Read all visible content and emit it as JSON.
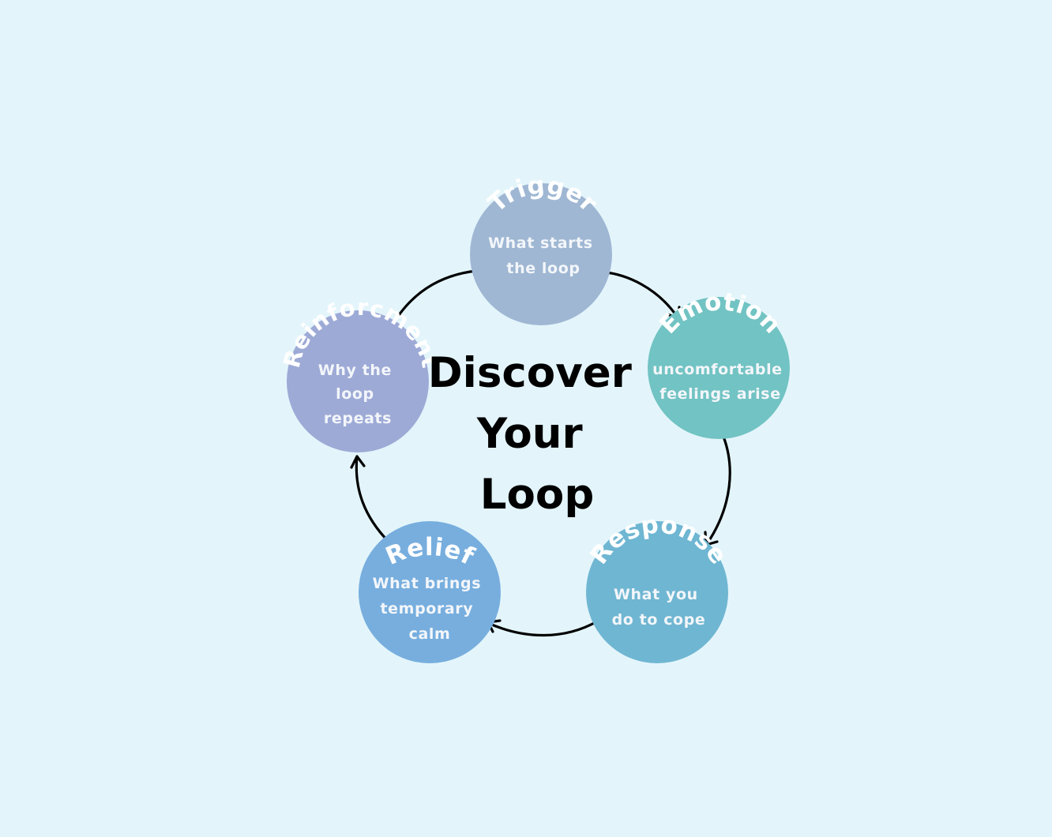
{
  "background_color": "#E3F5FB",
  "center_title": {
    "lines": [
      "Discover",
      "Your",
      "Loop"
    ]
  },
  "stages": [
    {
      "id": "trigger",
      "title": "Trigger",
      "description_lines": [
        "What starts",
        "the loop"
      ],
      "color": "#9FB7D3"
    },
    {
      "id": "emotion",
      "title": "Emotion",
      "description_lines": [
        "uncomfortable",
        "feelings arise"
      ],
      "color": "#72C3C3"
    },
    {
      "id": "response",
      "title": "Response",
      "description_lines": [
        "What you",
        "do to cope"
      ],
      "color": "#6FB6D2"
    },
    {
      "id": "relief",
      "title": "Relief",
      "description_lines": [
        "What brings",
        "temporary",
        "calm"
      ],
      "color": "#77AEDE"
    },
    {
      "id": "reinforcement",
      "title": "Reinforcment",
      "description_lines": [
        "Why the",
        "loop",
        "repeats"
      ],
      "color": "#9EAAD6"
    }
  ],
  "flow": [
    {
      "from": "trigger",
      "to": "emotion"
    },
    {
      "from": "emotion",
      "to": "response"
    },
    {
      "from": "response",
      "to": "relief"
    },
    {
      "from": "relief",
      "to": "reinforcement"
    },
    {
      "from": "reinforcement",
      "to": "trigger"
    }
  ]
}
